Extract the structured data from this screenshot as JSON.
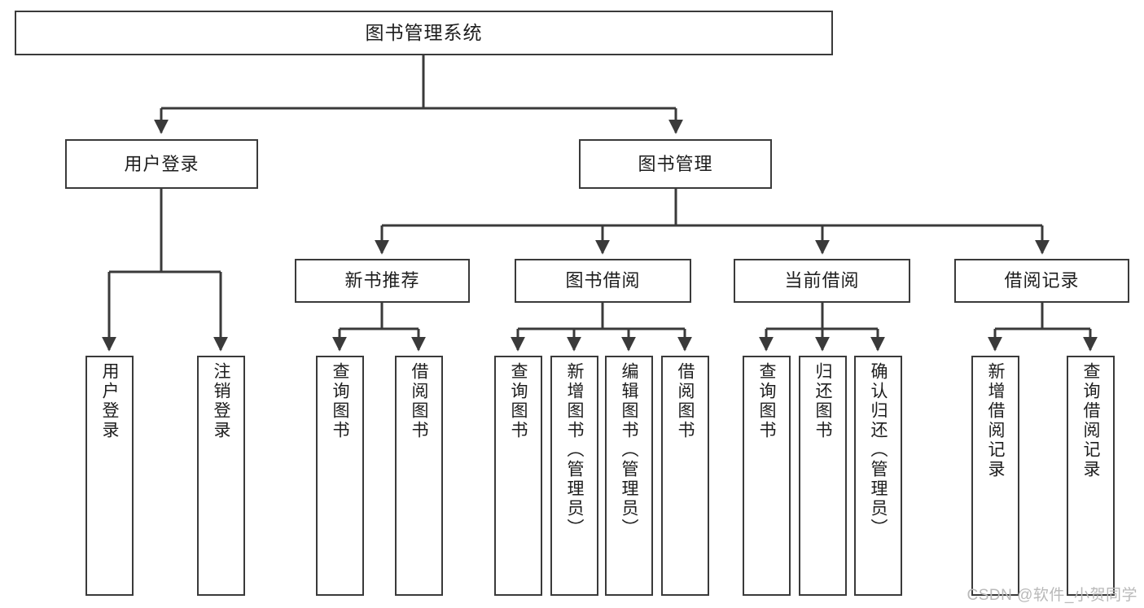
{
  "diagram": {
    "type": "tree",
    "title": "图书管理系统",
    "orientation": "top-down",
    "colors": {
      "box_border": "#3a3a3a",
      "box_fill": "#ffffff",
      "connector": "#3a3a3a",
      "text": "#1d1d1d",
      "watermark": "#b9b9b9",
      "background": "#ffffff"
    },
    "root": {
      "label": "图书管理系统"
    },
    "level2": [
      {
        "label": "用户登录"
      },
      {
        "label": "图书管理"
      }
    ],
    "level3": [
      {
        "label": "新书推荐"
      },
      {
        "label": "图书借阅"
      },
      {
        "label": "当前借阅"
      },
      {
        "label": "借阅记录"
      }
    ],
    "leaves": {
      "user_login": [
        {
          "label": "用户登录"
        },
        {
          "label": "注销登录"
        }
      ],
      "new_book_recommend": [
        {
          "label": "查询图书"
        },
        {
          "label": "借阅图书"
        }
      ],
      "book_borrow": [
        {
          "label": "查询图书"
        },
        {
          "label": "新增图书（管理员）"
        },
        {
          "label": "编辑图书（管理员）"
        },
        {
          "label": "借阅图书"
        }
      ],
      "current_borrow": [
        {
          "label": "查询图书"
        },
        {
          "label": "归还图书"
        },
        {
          "label": "确认归还（管理员）"
        }
      ],
      "borrow_record": [
        {
          "label": "新增借阅记录"
        },
        {
          "label": "查询借阅记录"
        }
      ]
    }
  },
  "watermark": {
    "text": "CSDN @软件_小贺同学"
  }
}
